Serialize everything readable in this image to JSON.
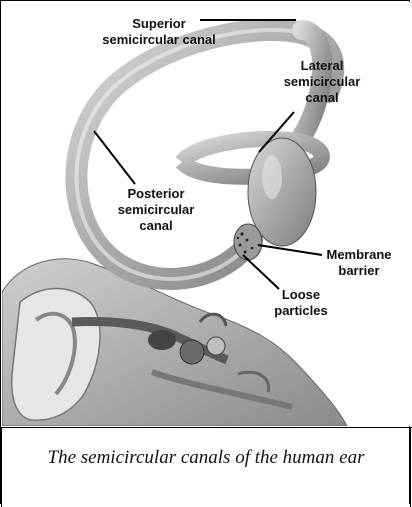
{
  "diagram": {
    "labels": {
      "superior": "Superior\nsemicircular canal",
      "lateral": "Lateral\nsemicircular\ncanal",
      "posterior": "Posterior\nsemicircular\ncanal",
      "membrane": "Membrane\nbarrier",
      "loose": "Loose\nparticles"
    }
  },
  "caption": "The semicircular canals of the human ear"
}
